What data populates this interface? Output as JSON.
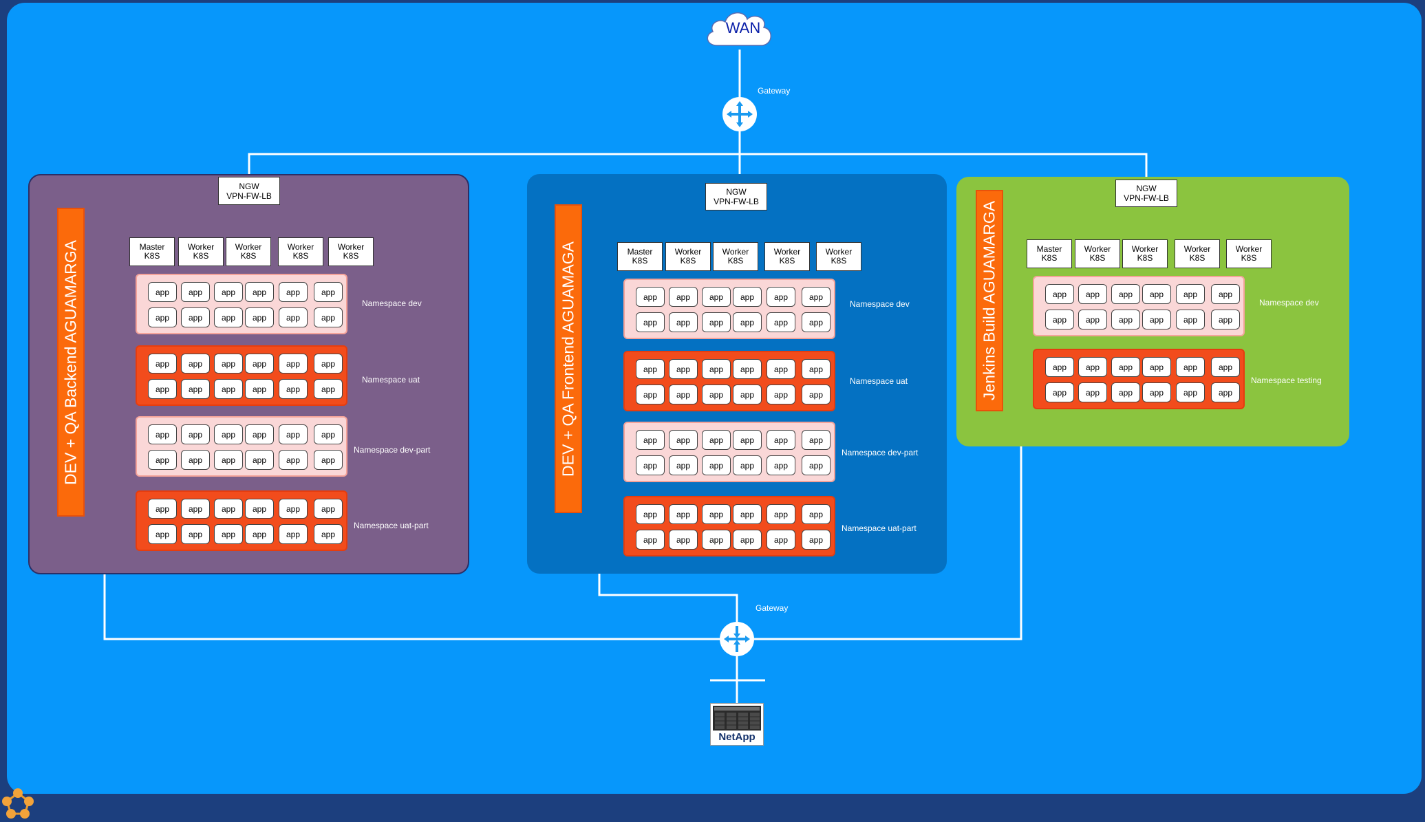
{
  "wan": {
    "label": "WAN"
  },
  "gateways": [
    "Gateway",
    "Gateway"
  ],
  "storage": {
    "label": "NetApp"
  },
  "clusters": [
    {
      "title": "DEV + QA Backend AGUAMARGA",
      "color": "#7b5f8a",
      "ngw": "NGW\nVPN-FW-LB",
      "nodes": [
        "Master\nK8S",
        "Worker\nK8S",
        "Worker\nK8S",
        "Worker\nK8S",
        "Worker\nK8S"
      ],
      "namespaces": [
        {
          "label": "Namespace dev",
          "style": "light"
        },
        {
          "label": "Namespace uat",
          "style": "dark"
        },
        {
          "label": "Namespace dev-part",
          "style": "light"
        },
        {
          "label": "Namespace uat-part",
          "style": "dark"
        }
      ]
    },
    {
      "title": "DEV + QA Frontend AGUAMAGA",
      "color": "#0471c2",
      "ngw": "NGW\nVPN-FW-LB",
      "nodes": [
        "Master\nK8S",
        "Worker\nK8S",
        "Worker\nK8S",
        "Worker\nK8S",
        "Worker\nK8S"
      ],
      "namespaces": [
        {
          "label": "Namespace dev",
          "style": "light"
        },
        {
          "label": "Namespace uat",
          "style": "dark"
        },
        {
          "label": "Namespace dev-part",
          "style": "light"
        },
        {
          "label": "Namespace uat-part",
          "style": "dark"
        }
      ]
    },
    {
      "title": "Jenkins Build AGUAMARGA",
      "color": "#8bc43f",
      "ngw": "NGW\nVPN-FW-LB",
      "nodes": [
        "Master\nK8S",
        "Worker\nK8S",
        "Worker\nK8S",
        "Worker\nK8S",
        "Worker\nK8S"
      ],
      "namespaces": [
        {
          "label": "Namespace dev",
          "style": "light"
        },
        {
          "label": "Namespace testing",
          "style": "dark"
        }
      ]
    }
  ],
  "app_label": "app",
  "icons": [
    "cloud-icon",
    "router-icon",
    "storage-icon",
    "logo-icon"
  ]
}
